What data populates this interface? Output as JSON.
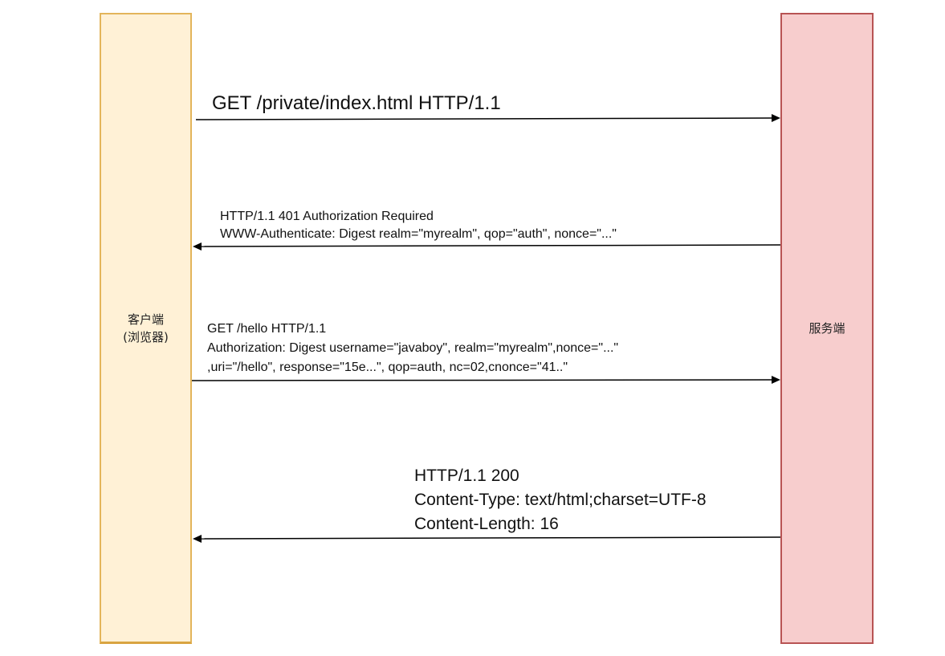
{
  "lanes": {
    "client": {
      "line1": "客户端",
      "line2": "(浏览器)",
      "fill": "#fff1d6",
      "stroke": "#e3b55b"
    },
    "server": {
      "label": "服务端",
      "fill": "#f7cdcd",
      "stroke": "#b85454"
    }
  },
  "messages": [
    {
      "direction": "client-to-server",
      "lines": [
        "GET /private/index.html HTTP/1.1"
      ]
    },
    {
      "direction": "server-to-client",
      "lines": [
        "HTTP/1.1 401 Authorization Required",
        "WWW-Authenticate: Digest realm=\"myrealm\", qop=\"auth\", nonce=\"...\""
      ]
    },
    {
      "direction": "client-to-server",
      "lines": [
        "GET /hello HTTP/1.1",
        "Authorization: Digest username=\"javaboy\", realm=\"myrealm\",nonce=\"...\"",
        ",uri=\"/hello\", response=\"15e...\", qop=auth, nc=02,cnonce=\"41..\""
      ]
    },
    {
      "direction": "server-to-client",
      "lines": [
        "HTTP/1.1 200",
        "Content-Type: text/html;charset=UTF-8",
        "Content-Length: 16"
      ]
    }
  ]
}
